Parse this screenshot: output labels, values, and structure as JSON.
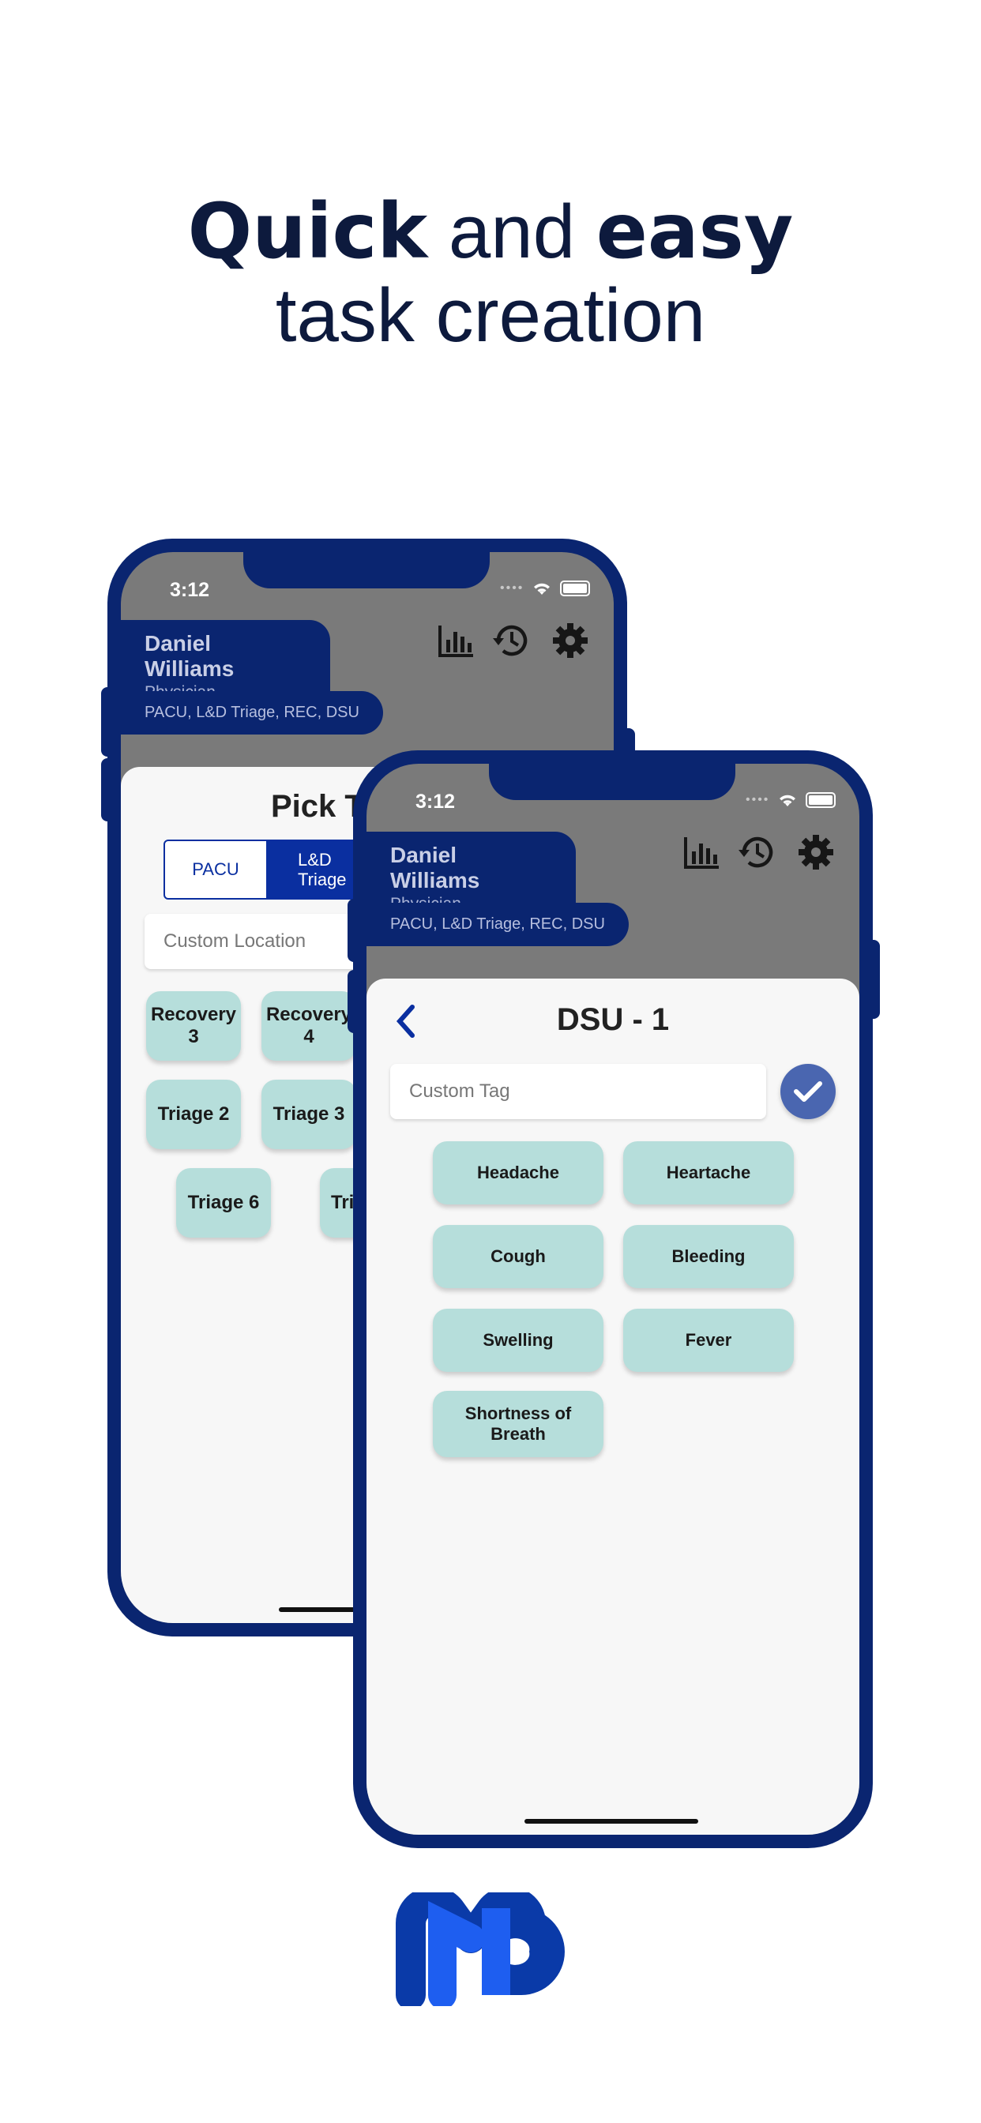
{
  "headline": {
    "word1": "Quick",
    "word2": " and ",
    "word3": "easy",
    "line2": "task creation"
  },
  "back_phone": {
    "status_time": "3:12",
    "user_name": "Daniel Williams",
    "user_role": "Physician",
    "units": "PACU, L&D Triage, REC, DSU",
    "sheet_title": "Pick T",
    "segments": [
      "PACU",
      "L&D\nTriage"
    ],
    "location_placeholder": "Custom Location",
    "locations": [
      "Recovery\n3",
      "Recovery\n4",
      "Triage 2",
      "Triage 3",
      "Triage 6",
      "Tri"
    ]
  },
  "front_phone": {
    "status_time": "3:12",
    "user_name": "Daniel Williams",
    "user_role": "Physician",
    "units": "PACU, L&D Triage, REC, DSU",
    "sheet_title": "DSU - 1",
    "tag_placeholder": "Custom Tag",
    "tags": [
      "Headache",
      "Heartache",
      "Cough",
      "Bleeding",
      "Swelling",
      "Fever",
      "Shortness of\nBreath"
    ]
  },
  "icons": [
    "back-chevron-icon",
    "chart-icon",
    "history-icon",
    "gear-icon",
    "check-icon",
    "wifi-icon",
    "battery-icon"
  ],
  "colors": {
    "navy": "#0a2570",
    "headline": "#0d1a3d",
    "chip": "#b6dedb",
    "check_button": "#4a66b0",
    "logo_dark": "#0a3aa8",
    "logo_light": "#1e5ef0"
  }
}
